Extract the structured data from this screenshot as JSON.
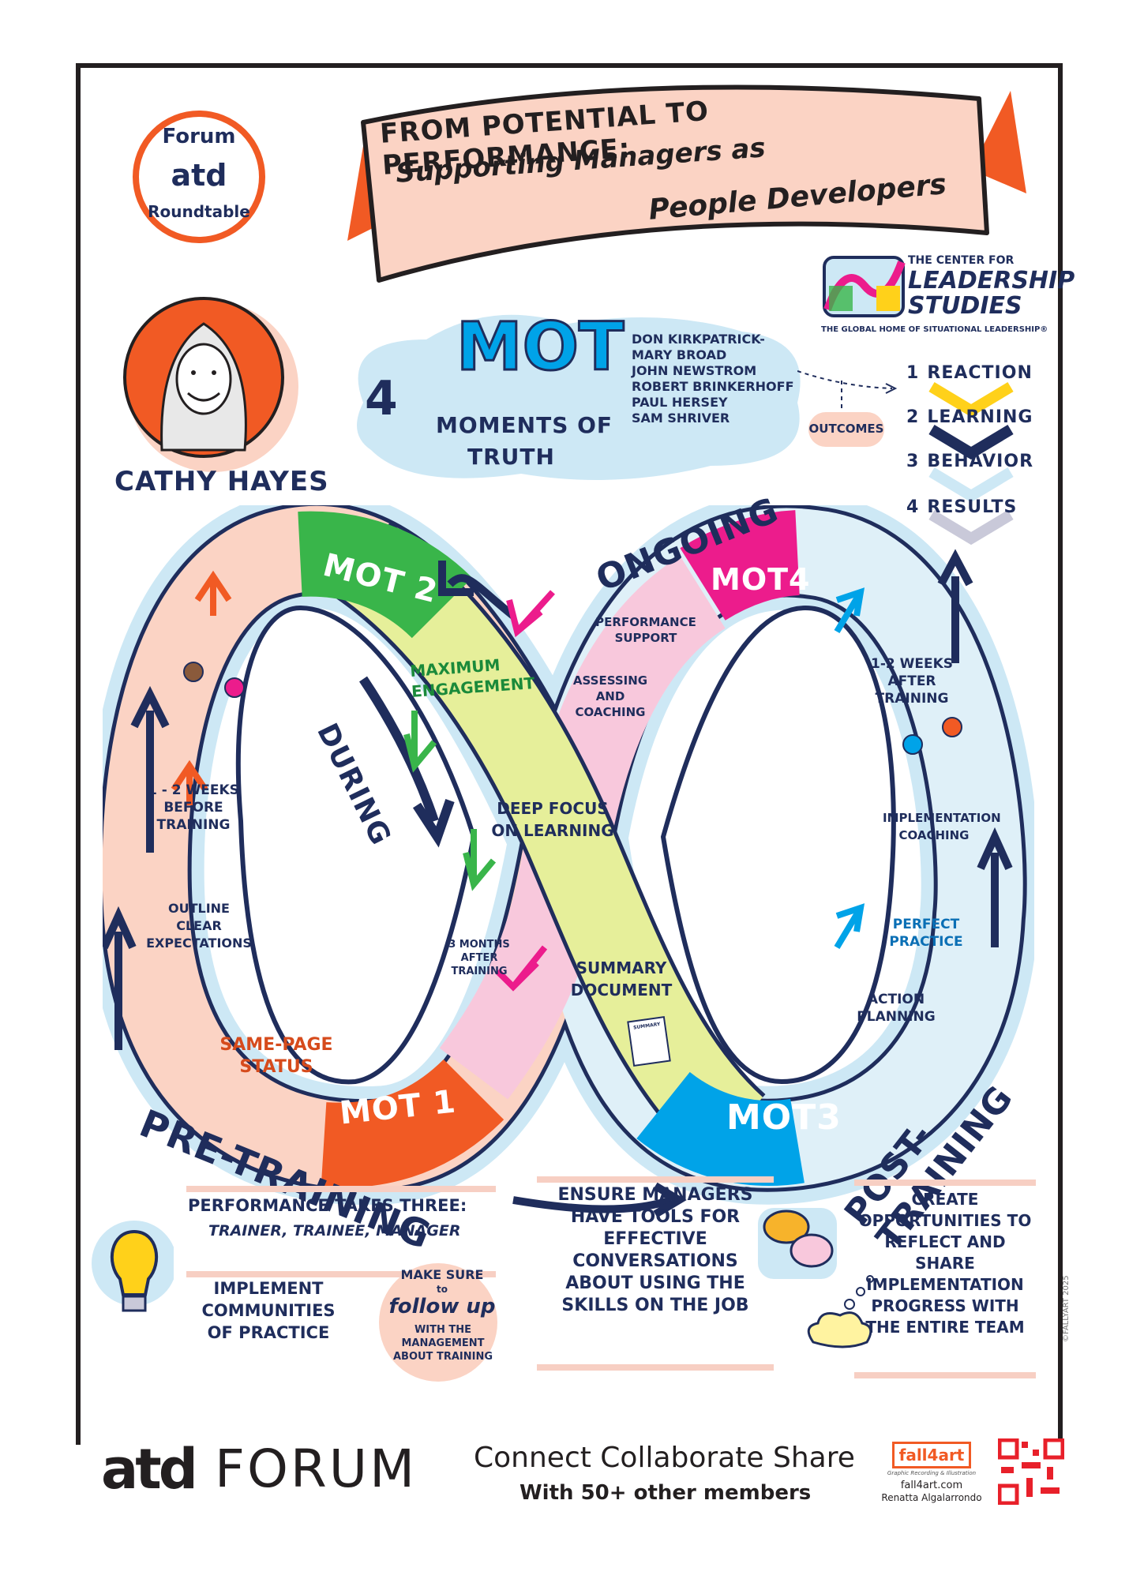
{
  "badge": {
    "line1": "Forum",
    "line2": "atd",
    "line3": "Roundtable"
  },
  "banner": {
    "line1": "FROM POTENTIAL to PERFORMANCE:",
    "line2": "Supporting Managers as",
    "line3": "People Developers"
  },
  "cls_logo": {
    "top": "THE CENTER FOR",
    "line2": "LEADERSHIP",
    "line3": "STUDIES",
    "tagline": "THE GLOBAL HOME OF SITUATIONAL LEADERSHIP®"
  },
  "speaker": {
    "name": "CATHY HAYES"
  },
  "mot_cloud": {
    "count": "4",
    "acronym": "MOT",
    "line1": "MOMENTS of",
    "line2": "TRUTH",
    "names": [
      "DON KIRKPATRICK-",
      "MARY BROAD",
      "JOHN NEWSTROM",
      "ROBERT BRINKERHOFF",
      "PAUL HERSEY",
      "SAM SHRIVER"
    ]
  },
  "outcomes": {
    "label": "OUTCOMES",
    "items": [
      {
        "num": "1",
        "label": "REACTION"
      },
      {
        "num": "2",
        "label": "LEARNING"
      },
      {
        "num": "3",
        "label": "BEHAVIOR"
      },
      {
        "num": "4",
        "label": "RESULTS"
      }
    ]
  },
  "loop": {
    "phases": {
      "pre": "PRE-TRAINING",
      "during": "DURING",
      "ongoing": "ONGOING",
      "post": "POST- TRAINING"
    },
    "mots": {
      "mot1": "MOT 1",
      "mot2": "MOT 2",
      "mot3": "MOT3",
      "mot4": "MOT4"
    },
    "pre_steps": {
      "weeks_before": "1 - 2 WEEKS BEFORE TRAINING",
      "outline": "OUTLINE CLEAR EXPECTATIONS",
      "same_page": "SAME-PAGE STATUS"
    },
    "during_steps": {
      "max": "MAXIMUM ENGAGEMENT",
      "deep": "DEEP FOCUS ON LEARNING",
      "summary": "SUMMARY DOCUMENT",
      "summary_doc": "SUMMARY"
    },
    "post_steps": {
      "weeks_after": "1-2 WEEKS AFTER TRAINING",
      "impl": "IMPLEMENTATION COACHING",
      "perfect": "PERFECT PRACTICE",
      "action": "ACTION PLANNING"
    },
    "ongoing_steps": {
      "perf": "PERFORMANCE SUPPORT",
      "assess": "ASSESSING AND COACHING",
      "months": "3 MONTHS AFTER TRAINING"
    }
  },
  "bottom": {
    "perf_title": "PERFORMANCE TAKES THREE:",
    "perf_sub": "TRAINER, TRAINEE, MANAGER",
    "communities": "IMPLEMENT COMMUNITIES of PRACTICE",
    "followup_a": "MAKE SURE",
    "followup_b": "to",
    "followup_c": "follow up",
    "followup_d": "WITH THE MANAGEMENT ABOUT TRAINING",
    "ensure": "ENSURE MANAGERS HAVE TOOLS FOR EFFECTIVE CONVERSATIONS ABOUT USING THE SKILLS ON THE JOB",
    "create": "CREATE OPPORTUNITIES TO REFLECT AND SHARE IMPLEMENTATION PROGRESS WITH THE ENTIRE TEAM",
    "credit": "©FALLYART 2025"
  },
  "footer": {
    "atd": "atd",
    "forum": "FORUM",
    "tagline": "Connect Collaborate Share",
    "members": "With 50+ other members",
    "brand": "fall4art",
    "brand_sub": "Graphic Recording & Illustration",
    "site": "fall4art.com",
    "artist": "Renatta Algalarrondo"
  },
  "colors": {
    "navy": "#1f2d5c",
    "orange": "#f15a24",
    "green": "#39b54a",
    "pink": "#ec1c8c",
    "blue": "#00a3e8",
    "lime": "#e6ef9a",
    "peach": "#fbd3c4",
    "lightpink": "#f8c8dc",
    "sky": "#cde8f5"
  }
}
